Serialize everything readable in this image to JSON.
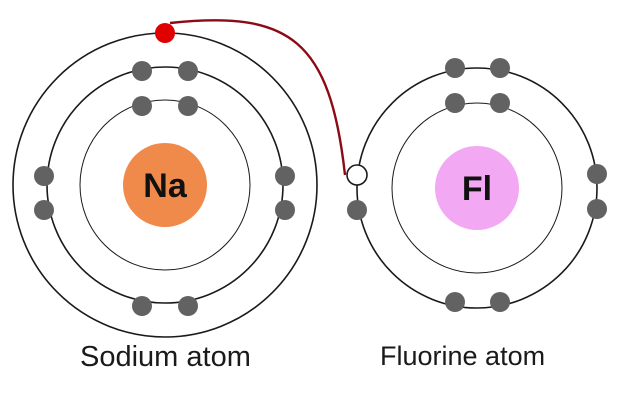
{
  "atoms": {
    "sodium": {
      "symbol": "Na",
      "caption": "Sodium atom",
      "nucleus_color": "#f08a4b",
      "shell_electrons": [
        2,
        8,
        1
      ]
    },
    "fluorine": {
      "symbol": "Fl",
      "caption": "Fluorine atom",
      "nucleus_color": "#f3a8f3",
      "shell_electrons": [
        2,
        7
      ]
    }
  },
  "colors": {
    "electron": "#626262",
    "transferring_electron": "#e00000",
    "transfer_path": "#8b0a14",
    "vacancy_fill": "#ffffff",
    "orbit": "#1a1a1a"
  }
}
